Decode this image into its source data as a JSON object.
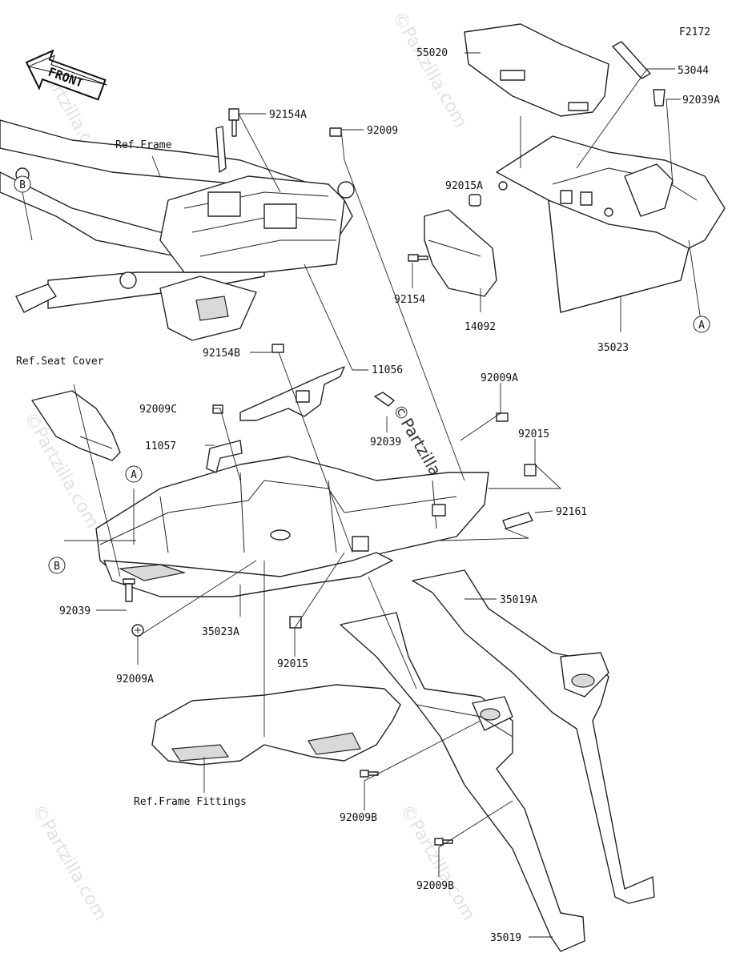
{
  "figure_code": "F2172",
  "front_label": "FRONT",
  "watermark": "©Partzilla.com",
  "refs": {
    "frame": "Ref.Frame",
    "seat_cover": "Ref.Seat Cover",
    "frame_fittings": "Ref.Frame Fittings"
  },
  "markers": {
    "a": "A",
    "b": "B"
  },
  "parts": {
    "p55020": "55020",
    "p53044": "53044",
    "p92039A": "92039A",
    "p92154A": "92154A",
    "p92009": "92009",
    "p92015A": "92015A",
    "p92154": "92154",
    "p14092": "14092",
    "p35023": "35023",
    "p92154B": "92154B",
    "p11056": "11056",
    "p92009A_top": "92009A",
    "p92009C": "92009C",
    "p92039_mid": "92039",
    "p11057": "11057",
    "p92015_right": "92015",
    "p92161": "92161",
    "p92039_left": "92039",
    "p35023A": "35023A",
    "p92009A_bottom": "92009A",
    "p92015_bottom": "92015",
    "p35019A": "35019A",
    "p92009B_upper": "92009B",
    "p92009B_lower": "92009B",
    "p35019": "35019"
  }
}
